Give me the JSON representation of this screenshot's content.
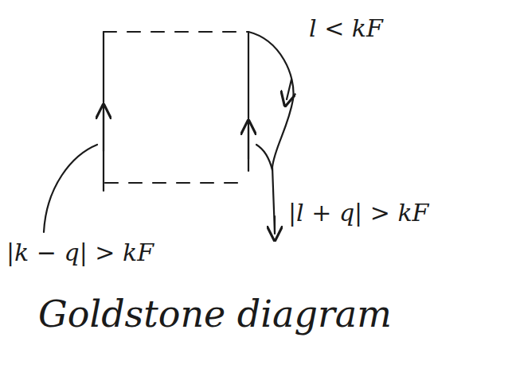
{
  "diagram": {
    "labels": [
      "l < kF",
      "|l + q| > kF",
      "|k − q| > kF",
      "Goldstone diagram"
    ]
  }
}
